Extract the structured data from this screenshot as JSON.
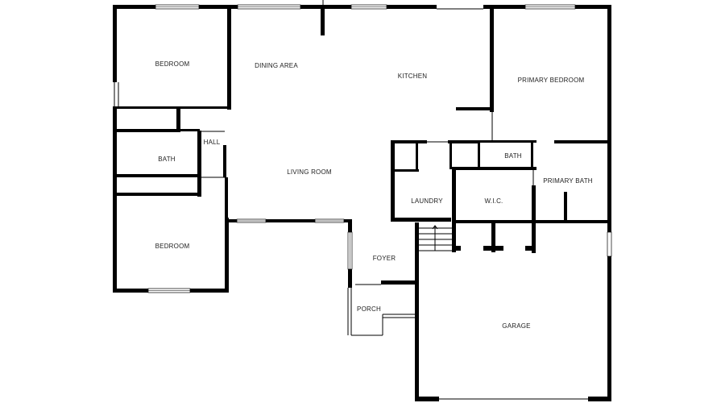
{
  "floor_plan": {
    "rooms": {
      "bedroom_top": "BEDROOM",
      "dining_area": "DINING AREA",
      "kitchen": "KITCHEN",
      "primary_bedroom": "PRIMARY BEDROOM",
      "hall": "HALL",
      "bath": "BATH",
      "living_room": "LIVING ROOM",
      "laundry": "LAUNDRY",
      "wic": "W.I.C.",
      "primary_bath_label": "BATH",
      "primary_bath": "PRIMARY BATH",
      "bedroom_bottom": "BEDROOM",
      "foyer": "FOYER",
      "porch": "PORCH",
      "garage": "GARAGE"
    },
    "colors": {
      "wall": "#000000",
      "background": "#ffffff",
      "label": "#222222"
    }
  }
}
